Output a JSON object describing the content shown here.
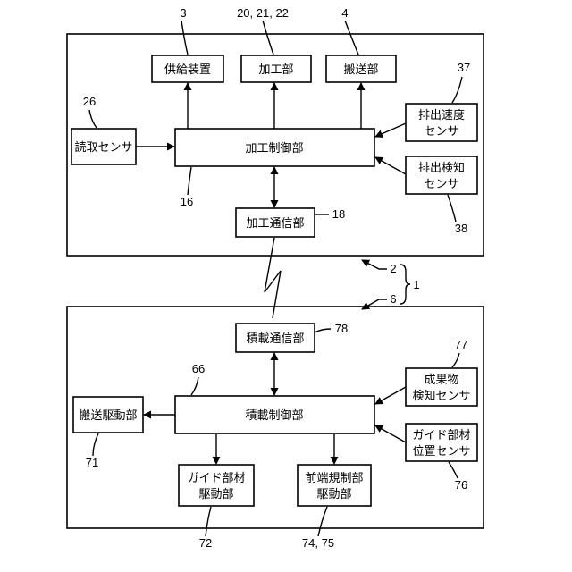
{
  "top_unit": {
    "supply_device": "供給装置",
    "processing_unit": "加工部",
    "conveying_unit": "搬送部",
    "reading_sensor": "読取センサ",
    "processing_control_unit": "加工制御部",
    "discharge_speed_sensor": [
      "排出速度",
      "センサ"
    ],
    "discharge_detection_sensor": [
      "排出検知",
      "センサ"
    ],
    "processing_comm_unit": "加工通信部"
  },
  "bottom_unit": {
    "loading_comm_unit": "積載通信部",
    "conveying_drive_unit": "搬送駆動部",
    "loading_control_unit": "積載制御部",
    "product_detection_sensor": [
      "成果物",
      "検知センサ"
    ],
    "guide_position_sensor": [
      "ガイド部材",
      "位置センサ"
    ],
    "guide_drive_unit": [
      "ガイド部材",
      "駆動部"
    ],
    "front_end_drive_unit": [
      "前端規制部",
      "駆動部"
    ]
  },
  "refs": {
    "r3": "3",
    "r20": "20, 21, 22",
    "r4": "4",
    "r37": "37",
    "r26": "26",
    "r16": "16",
    "r18": "18",
    "r38": "38",
    "r2": "2",
    "r6": "6",
    "r1": "1",
    "r78": "78",
    "r77": "77",
    "r66": "66",
    "r71": "71",
    "r76": "76",
    "r72": "72",
    "r7475": "74, 75"
  }
}
